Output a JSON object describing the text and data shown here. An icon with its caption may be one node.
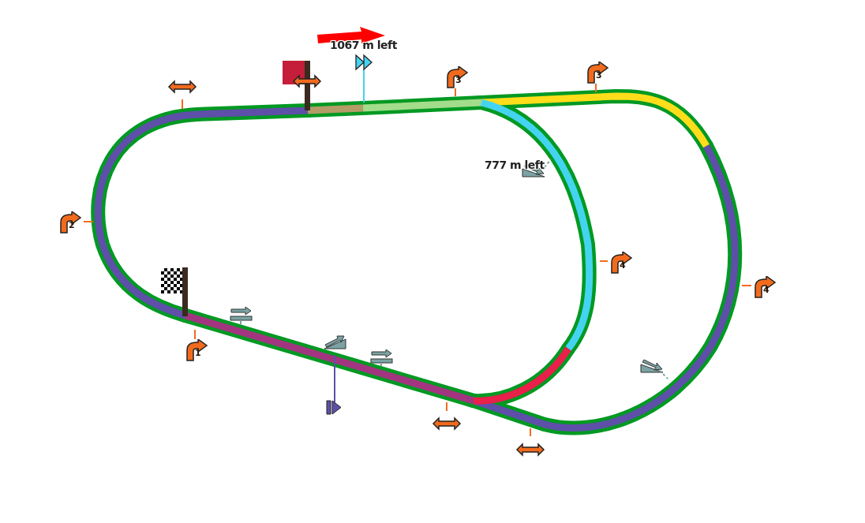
{
  "diagram": {
    "nodes": [
      {
        "text": [
          "2"
        ]
      },
      {
        "text": [
          "1"
        ]
      },
      {
        "text": [
          "3"
        ]
      },
      {
        "text": [
          "3"
        ]
      },
      {
        "text": [
          "4"
        ]
      },
      {
        "text": [
          "4"
        ]
      }
    ],
    "edges": [
      {
        "from": 0,
        "to": null,
        "arrow": "none"
      },
      {
        "from": 1,
        "to": null,
        "arrow": "none"
      },
      {
        "from": 2,
        "to": null,
        "arrow": "none"
      },
      {
        "from": 3,
        "to": null,
        "arrow": "none"
      },
      {
        "from": 4,
        "to": null,
        "arrow": "none"
      },
      {
        "from": 5,
        "to": null,
        "arrow": "none"
      }
    ],
    "labels": [
      "1067 m left",
      "777 m left"
    ]
  }
}
